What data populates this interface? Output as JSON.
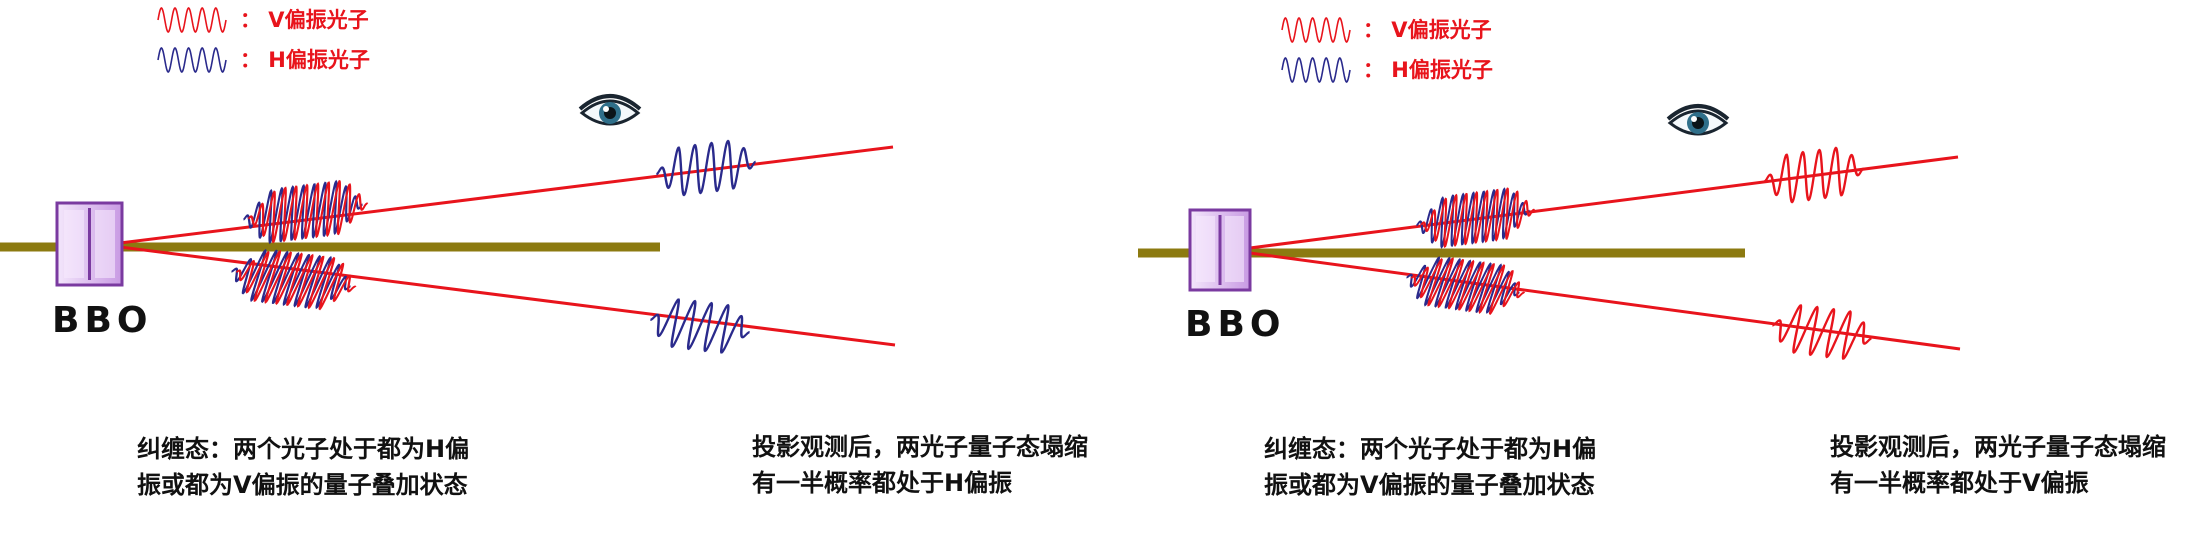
{
  "legend": {
    "v_label": "： V偏振光子",
    "h_label": "： H偏振光子",
    "v_color": "#e8141c",
    "h_color": "#2a2a8c"
  },
  "colors": {
    "beam": "#e8141c",
    "pump": "#8c7a10",
    "crystal_fill": "#d9b8ee",
    "crystal_stroke": "#7a3aa0"
  },
  "panels": [
    {
      "crystal_label": "BBO",
      "caption_left": [
        "纠缠态：两个光子处于都为H偏",
        "振或都为V偏振的量子叠加状态"
      ],
      "caption_right": [
        "投影观测后，两光子量子态塌缩",
        "有一半概率都处于H偏振"
      ],
      "collapsed_polarization": "H"
    },
    {
      "crystal_label": "BBO",
      "caption_left": [
        "纠缠态：两个光子处于都为H偏",
        "振或都为V偏振的量子叠加状态"
      ],
      "caption_right": [
        "投影观测后，两光子量子态塌缩",
        "有一半概率都处于V偏振"
      ],
      "collapsed_polarization": "V"
    }
  ]
}
